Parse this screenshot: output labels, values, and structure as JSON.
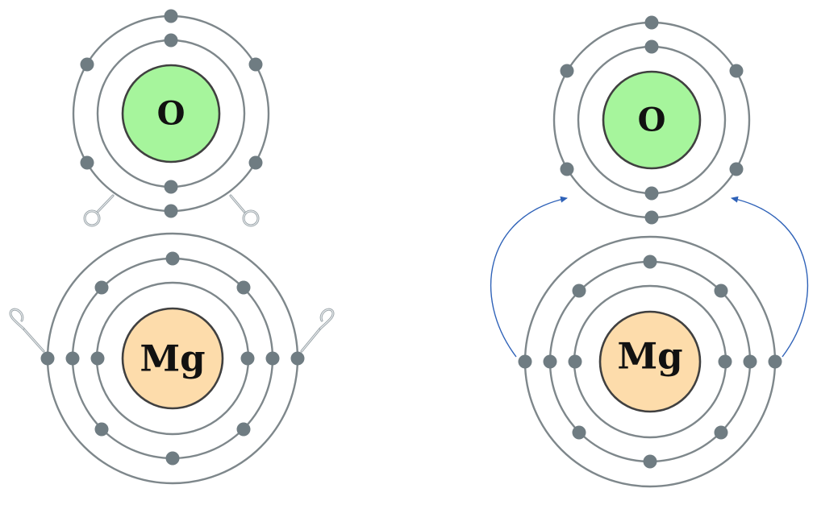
{
  "colors": {
    "oxygen_nucleus": "#a6f59c",
    "magnesium_nucleus": "#fddcab",
    "electron": "#6f7c82",
    "shell": "#7e878b",
    "transfer_arrow": "#2f62b8"
  },
  "left_panel": {
    "oxygen": {
      "symbol": "O",
      "electrons_per_shell": [
        2,
        6
      ]
    },
    "magnesium": {
      "symbol": "Mg",
      "electrons_per_shell": [
        2,
        8,
        2
      ]
    },
    "hooks": {
      "oxygen_hook_count": 2,
      "magnesium_hook_count": 2
    }
  },
  "right_panel": {
    "oxygen": {
      "symbol": "O",
      "electrons_per_shell": [
        2,
        6
      ]
    },
    "magnesium": {
      "symbol": "Mg",
      "electrons_per_shell": [
        2,
        8,
        2
      ]
    },
    "transfer_arrow_count": 2
  }
}
